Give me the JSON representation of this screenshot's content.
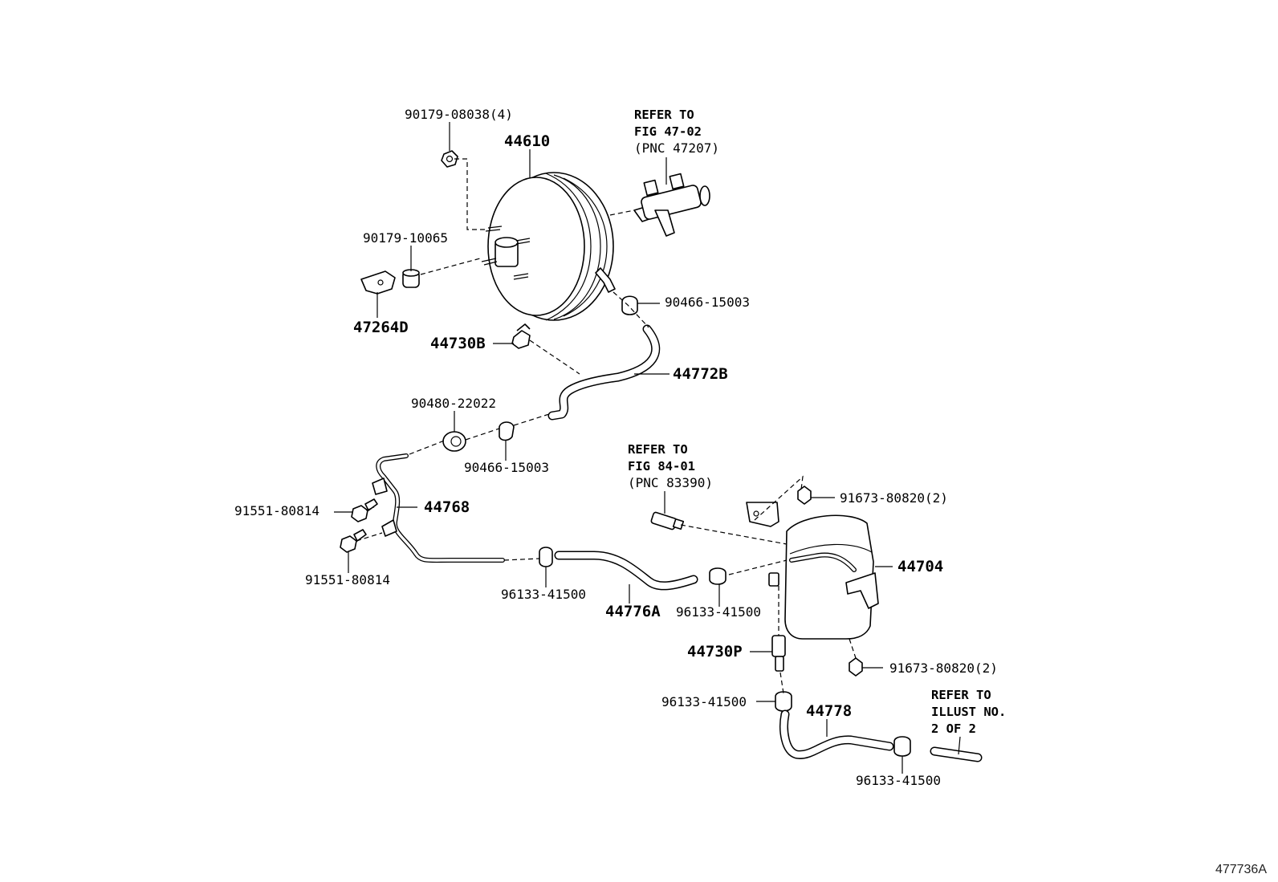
{
  "callouts": {
    "c1": "90179-08038(4)",
    "c2": "44610",
    "c3": "90179-10065",
    "c4": "47264D",
    "c5": "90466-15003",
    "c6": "44730B",
    "c7": "44772B",
    "c8": "90480-22022",
    "c9": "90466-15003",
    "c10": "91551-80814",
    "c11": "44768",
    "c12": "91551-80814",
    "c13": "96133-41500",
    "c14": "44776A",
    "c15": "96133-41500",
    "c16": "44704",
    "c17": "91673-80820(2)",
    "c18": "91673-80820(2)",
    "c19": "44730P",
    "c20": "96133-41500",
    "c21": "44778",
    "c22": "96133-41500"
  },
  "references": {
    "r1": [
      "REFER TO",
      "FIG 47-02",
      "(PNC 47207)"
    ],
    "r2": [
      "REFER TO",
      "FIG 84-01",
      "(PNC 83390)"
    ],
    "r3": [
      "REFER TO",
      "ILLUST NO.",
      "2 OF 2"
    ]
  },
  "illustration_code": "477736A"
}
